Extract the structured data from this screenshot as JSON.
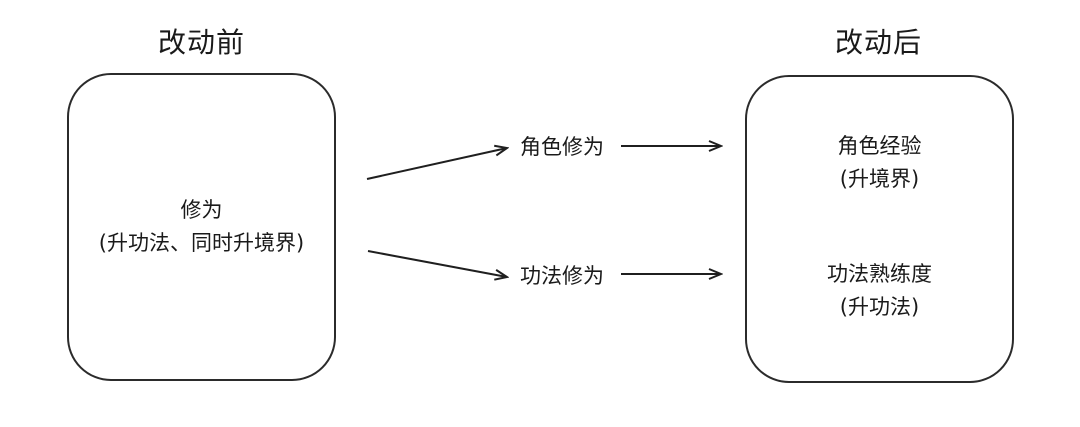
{
  "diagram": {
    "title_before": "改动前",
    "title_after": "改动后",
    "before_box": {
      "line1": "修为",
      "line2": "(升功法、同时升境界)"
    },
    "mid_labels": {
      "top": "角色修为",
      "bottom": "功法修为"
    },
    "after_box": {
      "top": {
        "line1": "角色经验",
        "line2": "(升境界)"
      },
      "bottom": {
        "line1": "功法熟练度",
        "line2": "(升功法)"
      }
    },
    "colors": {
      "background": "#ffffff",
      "stroke": "#1f1f1f",
      "text": "#1a1a1a"
    }
  }
}
